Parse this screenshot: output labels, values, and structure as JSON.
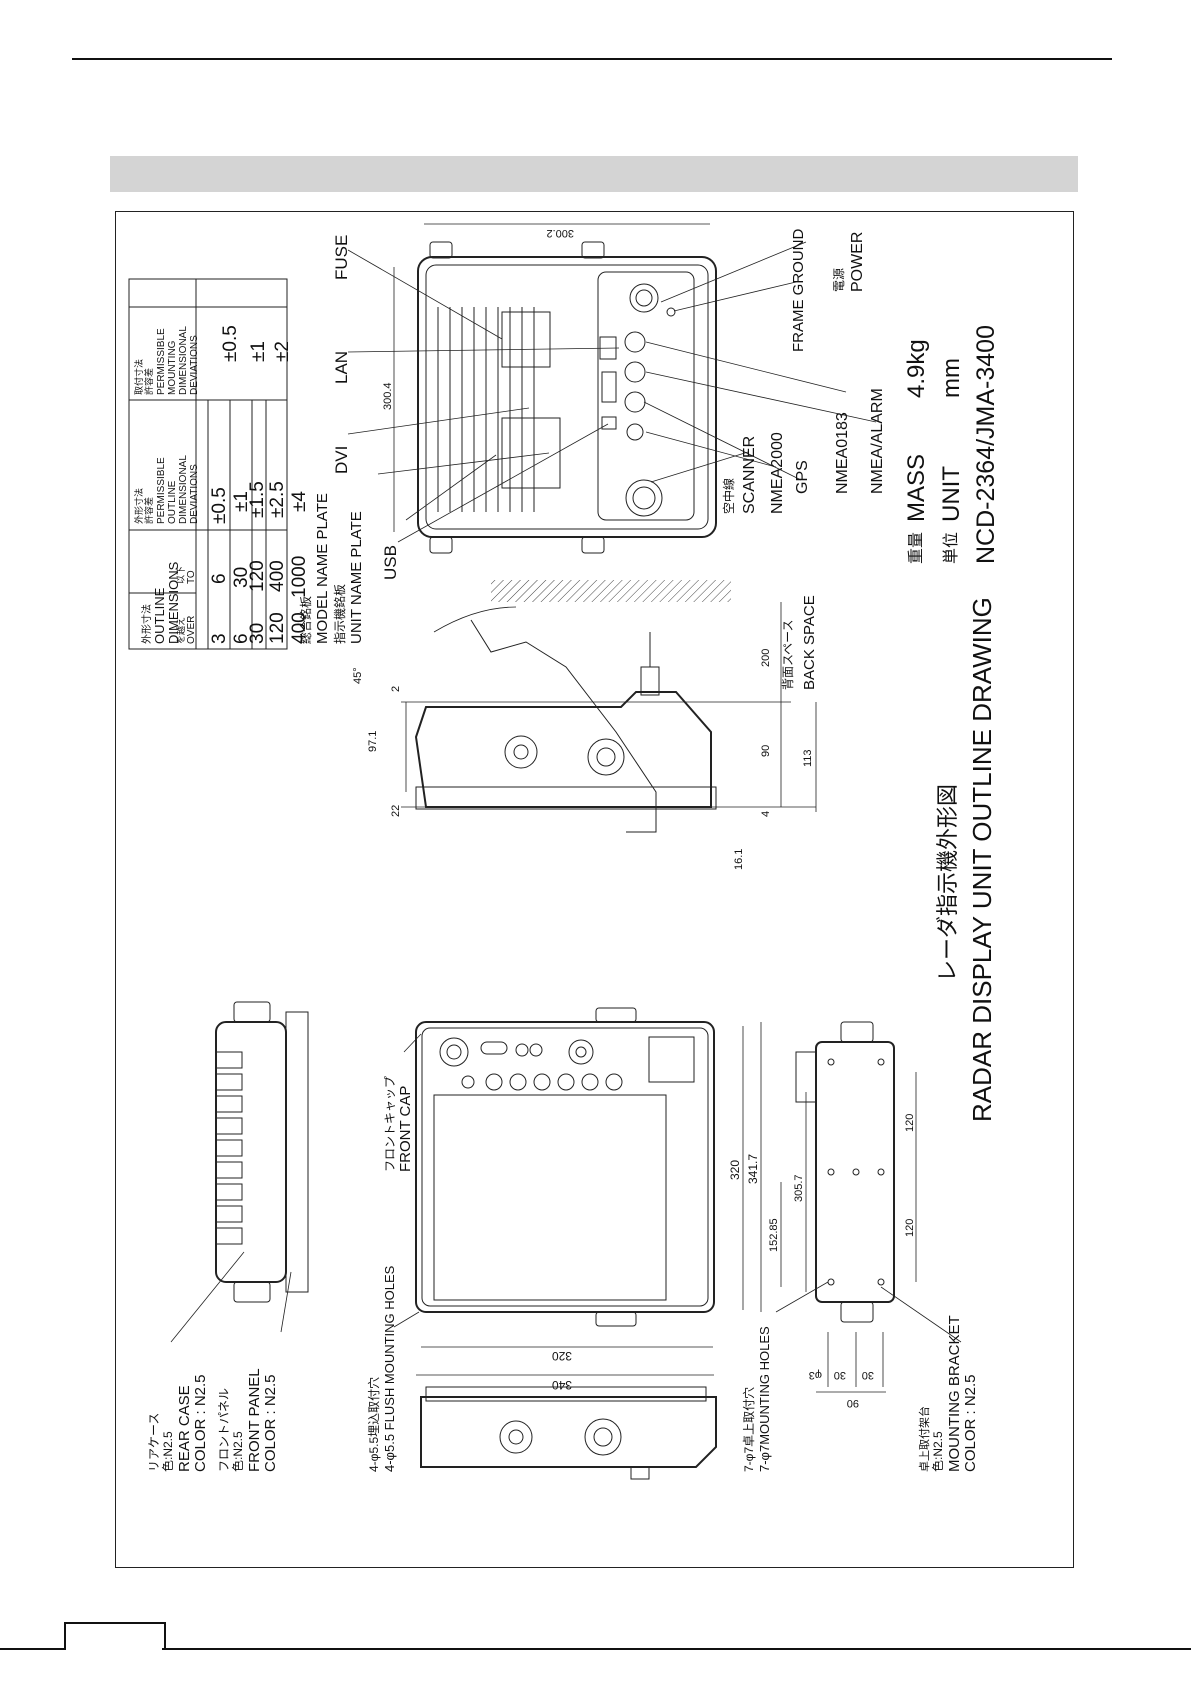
{
  "title_block": {
    "title_jp": "レーダ指示機外形図",
    "title_en": "RADAR DISPLAY UNIT OUTLINE DRAWING",
    "mass_jp": "重量",
    "mass_label": "MASS",
    "mass_value": "4.9kg",
    "unit_jp": "単位",
    "unit_label": "UNIT",
    "unit_value": "mm",
    "model": "NCD-2364/JMA-3400"
  },
  "tolerance_table": {
    "col1_header_jp": "外形寸法",
    "col1_header_en1": "OUTLINE",
    "col1_header_en2": "DIMENSIONS",
    "over_label_jp": "を越え",
    "over_label": "OVER",
    "to_label_jp": "以下",
    "to_label": "TO",
    "col2_header_jp1": "外形寸法",
    "col2_header_jp2": "許容差",
    "col2_header_en1": "PERMISSIBLE",
    "col2_header_en2": "OUTLINE",
    "col2_header_en3": "DIMENSIONAL",
    "col2_header_en4": "DEVIATIONS",
    "col3_header_jp1": "取付寸法",
    "col3_header_jp2": "許容差",
    "col3_header_en1": "PERMISSIBLE",
    "col3_header_en2": "MOUNTING",
    "col3_header_en3": "DIMENSIONAL",
    "col3_header_en4": "DEVIATIONS",
    "rows": [
      {
        "over": "3",
        "to": "6",
        "outline": "±0.5",
        "mounting": "±0.5"
      },
      {
        "over": "6",
        "to": "30",
        "outline": "±1",
        "mounting": ""
      },
      {
        "over": "30",
        "to": "120",
        "outline": "±1.5",
        "mounting": ""
      },
      {
        "over": "120",
        "to": "400",
        "outline": "±2.5",
        "mounting": "±1"
      },
      {
        "over": "400",
        "to": "1000",
        "outline": "±4",
        "mounting": "±2"
      }
    ]
  },
  "rear_view": {
    "fuse": "FUSE",
    "lan": "LAN",
    "dvi": "DVI",
    "usb": "USB",
    "model_name_plate_jp": "総合銘板",
    "model_name_plate": "MODEL NAME PLATE",
    "unit_name_plate_jp": "指示機銘板",
    "unit_name_plate": "UNIT NAME PLATE",
    "scanner_jp": "空中線",
    "scanner": "SCANNER",
    "nmea2000": "NMEA2000",
    "gps": "GPS",
    "nmea0183": "NMEA0183",
    "nmea_alarm": "NMEA/ALARM",
    "frame_ground": "FRAME GROUND",
    "power_jp": "電源",
    "power": "POWER",
    "dim_width": "300.2",
    "dim_height": "300.4"
  },
  "side_view": {
    "angle": "45°",
    "dim_971": "97.1",
    "dim_2": "2",
    "dim_22": "22",
    "dim_200": "200",
    "dim_90": "90",
    "dim_4": "4",
    "dim_113": "113",
    "dim_161": "16.1",
    "back_space_jp": "背面スペース",
    "back_space": "BACK SPACE"
  },
  "front_view": {
    "front_cap_jp": "フロントキャップ",
    "front_cap": "FRONT CAP",
    "flush_holes_jp": "4-φ5.5埋込取付穴",
    "flush_holes": "4-φ5.5 FLUSH MOUNTING HOLES",
    "dim_320_w": "320",
    "dim_340_w": "340",
    "dim_320_h": "320",
    "dim_3417": "341.7"
  },
  "rear_case": {
    "name_jp": "リアケース",
    "color_jp": "色:N2.5",
    "name": "REAR CASE",
    "color": "COLOR : N2.5"
  },
  "front_panel": {
    "name_jp": "フロントパネル",
    "color_jp": "色:N2.5",
    "name": "FRONT PANEL",
    "color": "COLOR : N2.5"
  },
  "bracket_view": {
    "holes_jp": "7-φ7卓上取付穴",
    "holes": "7-φ7MOUNTING HOLES",
    "dim_3057": "305.7",
    "dim_15285": "152.85",
    "dim_120a": "120",
    "dim_120b": "120",
    "dim_30a": "30",
    "dim_30b": "30",
    "dim_phi3": "φ3",
    "dim_90": "90",
    "name_jp": "卓上取付架台",
    "color_jp": "色:N2.5",
    "name": "MOUNTING BRACKET",
    "color": "COLOR : N2.5"
  }
}
